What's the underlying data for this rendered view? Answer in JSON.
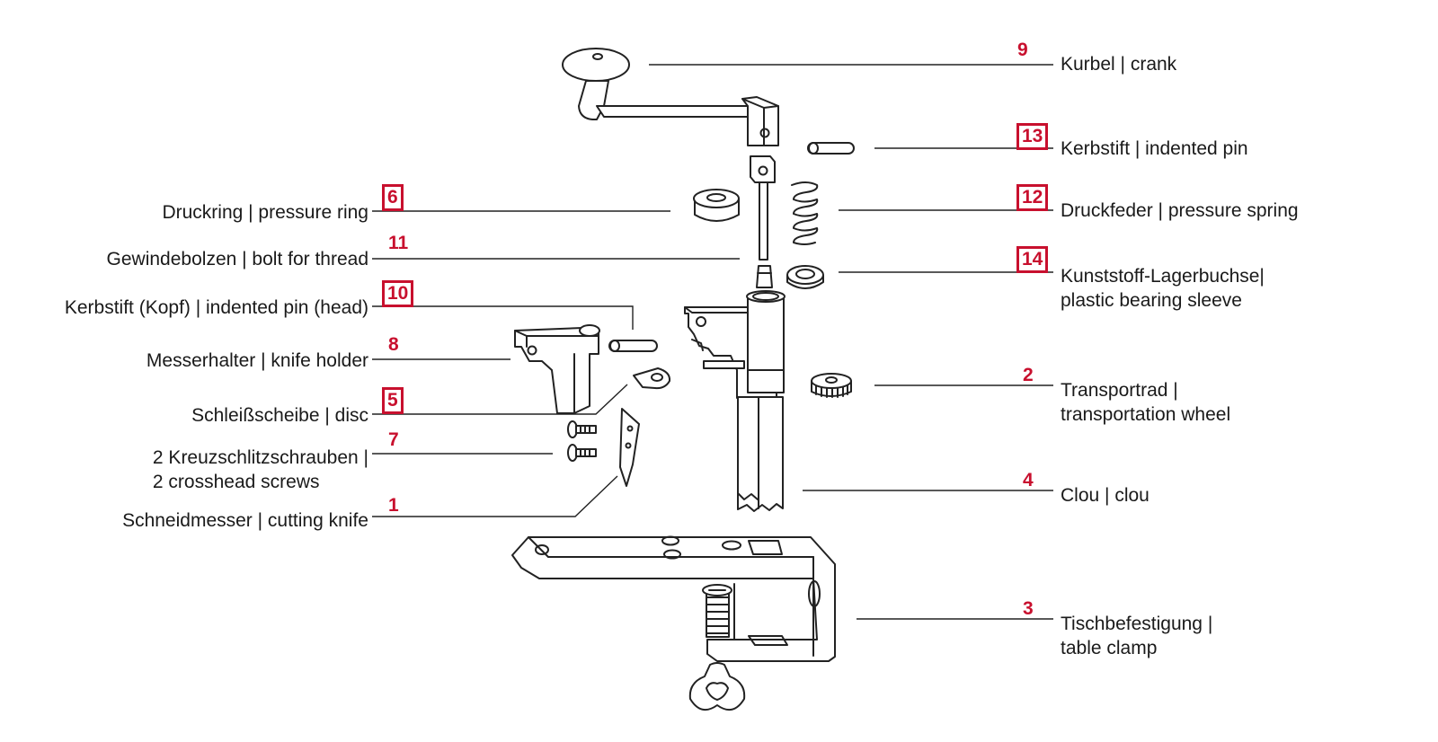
{
  "colors": {
    "accent": "#c8102e",
    "ink": "#1a1a1a",
    "background": "#ffffff"
  },
  "parts": [
    {
      "id": "9",
      "number": "9",
      "boxed": false,
      "label_lines": [
        "Kurbel | crank"
      ]
    },
    {
      "id": "13",
      "number": "13",
      "boxed": true,
      "label_lines": [
        "Kerbstift | indented pin"
      ]
    },
    {
      "id": "12",
      "number": "12",
      "boxed": true,
      "label_lines": [
        "Druckfeder | pressure spring"
      ]
    },
    {
      "id": "14",
      "number": "14",
      "boxed": true,
      "label_lines": [
        "Kunststoff-Lagerbuchse|",
        "plastic bearing sleeve"
      ]
    },
    {
      "id": "2",
      "number": "2",
      "boxed": false,
      "label_lines": [
        "Transportrad |",
        "transportation wheel"
      ]
    },
    {
      "id": "4",
      "number": "4",
      "boxed": false,
      "label_lines": [
        "Clou | clou"
      ]
    },
    {
      "id": "3",
      "number": "3",
      "boxed": false,
      "label_lines": [
        "Tischbefestigung |",
        "table clamp"
      ]
    },
    {
      "id": "6",
      "number": "6",
      "boxed": true,
      "label_lines": [
        "Druckring | pressure ring"
      ]
    },
    {
      "id": "11",
      "number": "11",
      "boxed": false,
      "label_lines": [
        "Gewindebolzen | bolt for thread"
      ]
    },
    {
      "id": "10",
      "number": "10",
      "boxed": true,
      "label_lines": [
        "Kerbstift (Kopf) | indented pin (head)"
      ]
    },
    {
      "id": "8",
      "number": "8",
      "boxed": false,
      "label_lines": [
        "Messerhalter | knife holder"
      ]
    },
    {
      "id": "5",
      "number": "5",
      "boxed": true,
      "label_lines": [
        "Schleißscheibe | disc"
      ]
    },
    {
      "id": "7",
      "number": "7",
      "boxed": false,
      "label_lines": [
        "2 Kreuzschlitzschrauben |",
        "2 crosshead screws"
      ]
    },
    {
      "id": "1",
      "number": "1",
      "boxed": false,
      "label_lines": [
        "Schneidmesser | cutting knife"
      ]
    }
  ]
}
